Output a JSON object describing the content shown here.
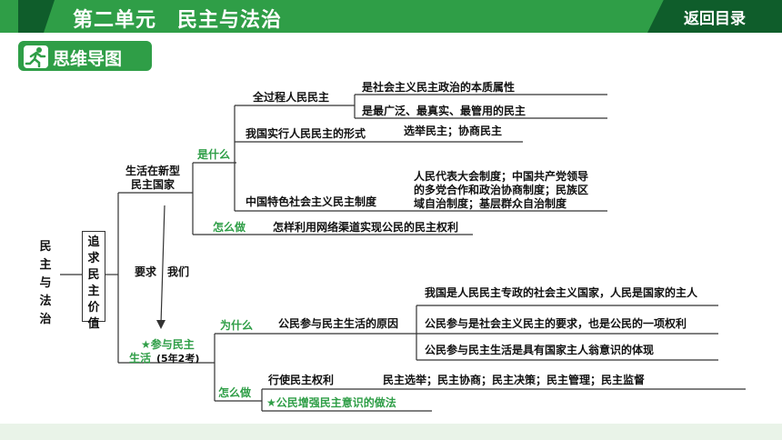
{
  "header": {
    "title": "第二单元　民主与法治",
    "back_button": "返回目录"
  },
  "section_badge": "思维导图",
  "root": "民主与法治",
  "sub": "追求民主价值",
  "center_note": {
    "a": "要求",
    "b": "我们"
  },
  "branch1": {
    "label1": "生活在新型",
    "label2": "民主国家",
    "what": "是什么",
    "whole_process": "全过程人民民主",
    "whole_process_items": [
      "是社会主义民主政治的本质属性",
      "是最广泛、最真实、最管用的民主"
    ],
    "forms_label": "我国实行人民民主的形式",
    "forms_value": "选举民主；协商民主",
    "system_label": "中国特色社会主义民主制度",
    "system_lines": [
      "人民代表大会制度；中国共产党领导",
      "的多党合作和政治协商制度；民族区",
      "域自治制度；基层群众自治制度"
    ],
    "how": "怎么做",
    "how_value": "怎样利用网络渠道实现公民的民主权利"
  },
  "branch2": {
    "label1": "★参与民主",
    "label2": "生活",
    "label3": "(5年2考)",
    "why": "为什么",
    "reason_label": "公民参与民主生活的原因",
    "reasons": [
      "我国是人民民主专政的社会主义国家，人民是国家的主人",
      "公民参与是社会主义民主的要求，也是公民的一项权利",
      "公民参与民主生活是具有国家主人翁意识的体现"
    ],
    "how": "怎么做",
    "exercise_label": "行使民主权利",
    "exercise_value": "民主选举；民主协商；民主决策；民主管理；民主监督",
    "awareness_label": "★公民增强民主意识的做法"
  }
}
